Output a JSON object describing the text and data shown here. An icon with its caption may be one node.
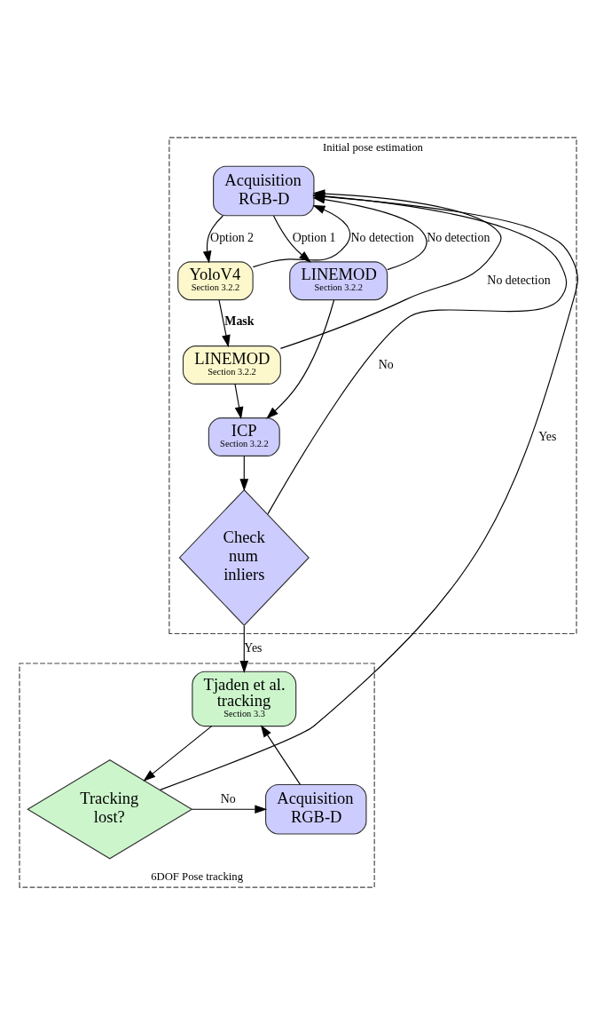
{
  "diagram": {
    "nodes": [
      {
        "text": [
          "Initial pose estimation"
        ]
      },
      {
        "text": [
          "Acquisition RGB-D"
        ],
        "in": 0
      },
      {
        "text": [
          "YoloV4",
          "Section 3.2.2"
        ],
        "in": 0
      },
      {
        "text": [
          "LINEMOD",
          "Section 3.2.2"
        ],
        "in": 0
      },
      {
        "text": [
          "LINEMOD",
          "Section 3.2.2"
        ],
        "in": 0
      },
      {
        "text": [
          "ICP",
          "Section 3.2.2"
        ],
        "in": 0
      },
      {
        "text": [
          "Check num inliers"
        ],
        "in": 0
      },
      {
        "text": [
          "6DOF Pose tracking"
        ]
      },
      {
        "text": [
          "Tjaden et al. tracking",
          "Section 3.3"
        ],
        "in": 7
      },
      {
        "text": [
          "Acquisition RGB-D"
        ],
        "in": 7
      },
      {
        "text": [
          "Tracking lost?"
        ],
        "in": 7
      }
    ],
    "edges": [
      {
        "from": 1,
        "to": 2,
        "arrow": "to",
        "label": "Option 2"
      },
      {
        "from": 1,
        "to": 3,
        "arrow": "to",
        "label": "Option 1"
      },
      {
        "from": 2,
        "to": 4,
        "arrow": "to",
        "label": "Mask"
      },
      {
        "from": 3,
        "to": 5,
        "arrow": "to"
      },
      {
        "from": 4,
        "to": 5,
        "arrow": "to"
      },
      {
        "from": 5,
        "to": 6,
        "arrow": "to"
      },
      {
        "from": 6,
        "to": 8,
        "arrow": "to",
        "label": "Yes"
      },
      {
        "from": 2,
        "to": 1,
        "arrow": "to",
        "label": "No detection"
      },
      {
        "from": 3,
        "to": 1,
        "arrow": "to",
        "label": "No detection"
      },
      {
        "from": 4,
        "to": 1,
        "arrow": "to",
        "label": "No detection"
      },
      {
        "from": 6,
        "to": 1,
        "arrow": "to",
        "label": "No"
      },
      {
        "from": 8,
        "to": 10,
        "arrow": "to"
      },
      {
        "from": 10,
        "to": 9,
        "arrow": "to",
        "label": "No"
      },
      {
        "from": 9,
        "to": 8,
        "arrow": "to"
      },
      {
        "from": 10,
        "to": 1,
        "arrow": "to",
        "label": "Yes"
      }
    ]
  }
}
